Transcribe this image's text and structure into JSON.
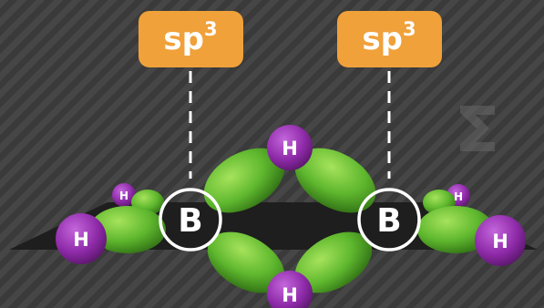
{
  "labels": [
    {
      "base": "sp",
      "sup": "3"
    },
    {
      "base": "sp",
      "sup": "3"
    }
  ],
  "atoms": {
    "boron_left": "B",
    "boron_right": "B",
    "h_top": "H",
    "h_bottom": "H",
    "h_left": "H",
    "h_left_back": "H",
    "h_right": "H",
    "h_right_back": "H"
  },
  "colors": {
    "background": "#3e3e3e",
    "label_fill": "#f0a13a",
    "orbital_green": "#5fb82e",
    "hydrogen_purple": "#8e2aa8",
    "plane": "#1c1c1c",
    "boron_ring": "#ffffff"
  },
  "icons": {
    "watermark": "sigma-watermark-icon"
  }
}
